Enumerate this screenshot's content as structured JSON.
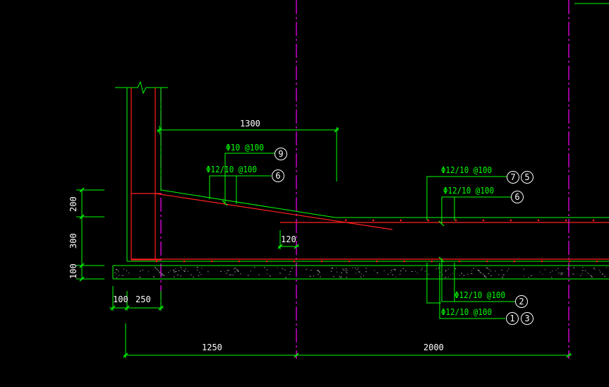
{
  "colors": {
    "background": "#000000",
    "concrete_line": "#00ff00",
    "rebar_line": "#ff2020",
    "axis_line": "#ff00ff",
    "dimension_text": "#ffffff",
    "annotation_text": "#00ff00"
  },
  "dimensions": {
    "top_1300": "1300",
    "left_200": "200",
    "left_300": "300",
    "left_100": "100",
    "bottom_100": "100",
    "bottom_250": "250",
    "bottom_1250": "1250",
    "bottom_2000": "2000",
    "slope_120": "120"
  },
  "rebar_labels": {
    "phi10_at100": "Φ10 @100",
    "phi12_10_left": "Φ12/10 @100",
    "phi12_10_top_a": "Φ12/10 @100",
    "phi12_10_top_b": "Φ12/10 @100",
    "phi12_10_bot_a": "Φ12/10 @100",
    "phi12_10_bot_b": "Φ12/10 @100"
  },
  "markers": {
    "m9": "9",
    "m6_left": "6",
    "m7": "7",
    "m5": "5",
    "m6_right": "6",
    "m2": "2",
    "m1": "1",
    "m3": "3"
  }
}
